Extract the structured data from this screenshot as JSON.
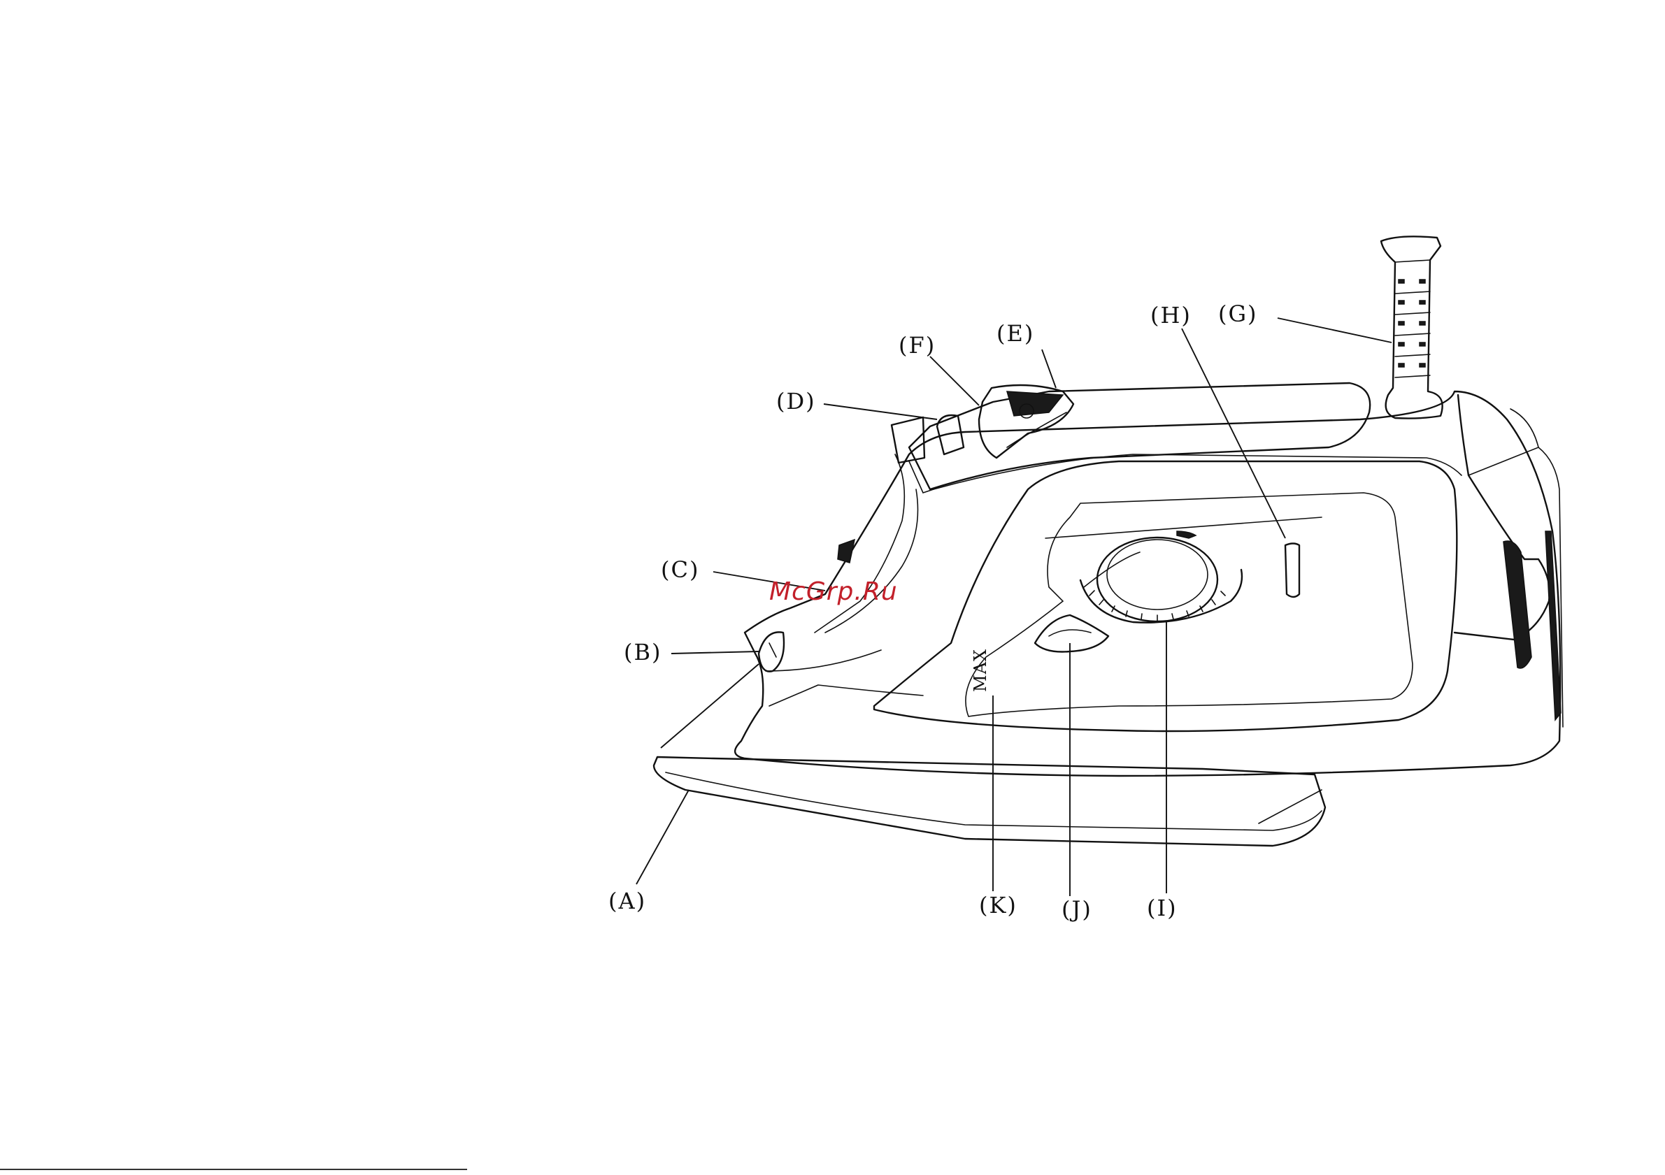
{
  "figure": {
    "callouts": [
      {
        "id": "A",
        "label": "(A)"
      },
      {
        "id": "B",
        "label": "(B)"
      },
      {
        "id": "C",
        "label": "(C)"
      },
      {
        "id": "D",
        "label": "(D)"
      },
      {
        "id": "E",
        "label": "(E)"
      },
      {
        "id": "F",
        "label": "(F)"
      },
      {
        "id": "G",
        "label": "(G)"
      },
      {
        "id": "H",
        "label": "(H)"
      },
      {
        "id": "I",
        "label": "(I)"
      },
      {
        "id": "J",
        "label": "(J)"
      },
      {
        "id": "K",
        "label": "(K)"
      }
    ],
    "tank_mark": "MAX",
    "watermark": "McGrp.Ru"
  }
}
